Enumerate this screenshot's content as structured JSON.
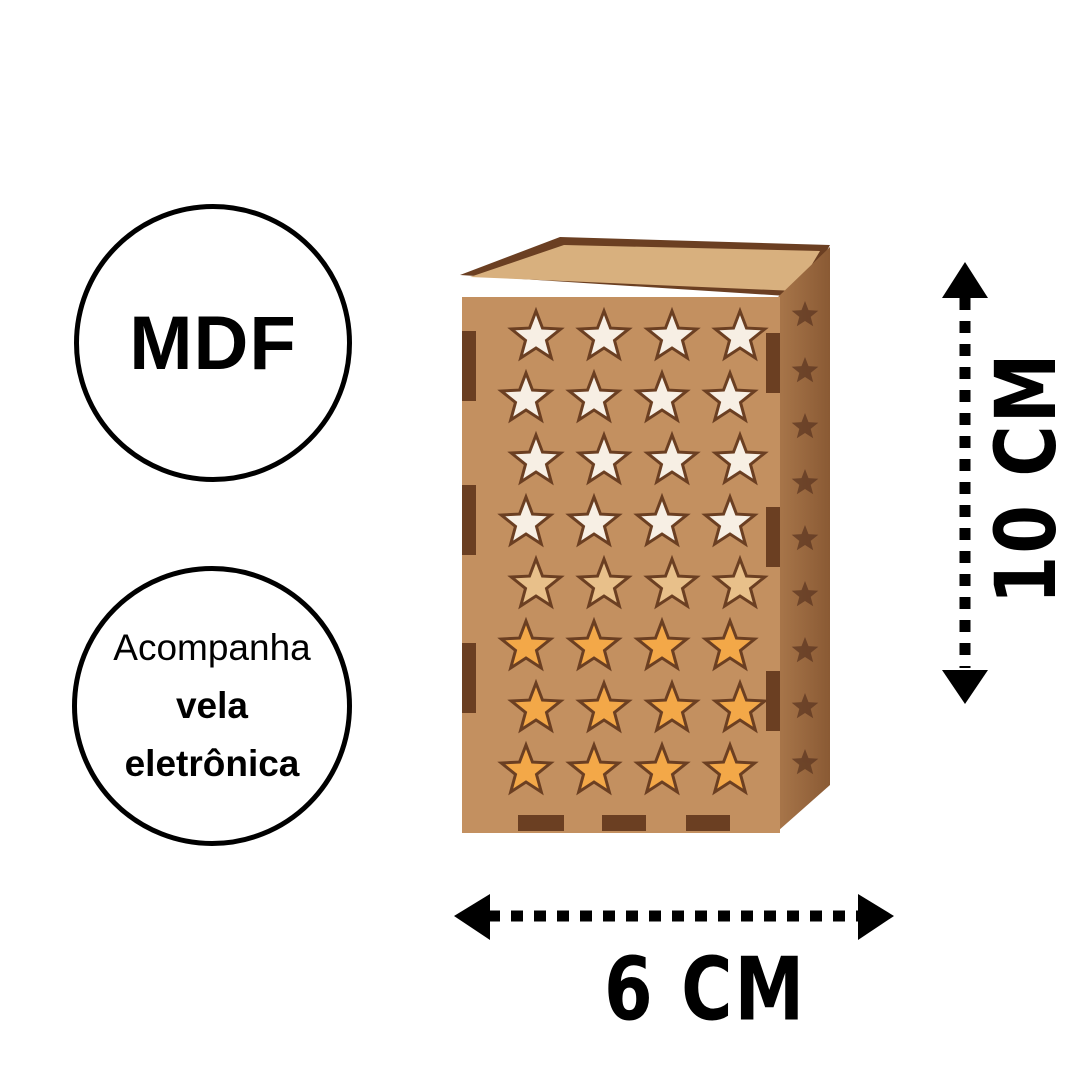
{
  "badges": {
    "material": "MDF",
    "candle_line1": "Acompanha",
    "candle_line2": "vela",
    "candle_line3": "eletrônica"
  },
  "dimensions": {
    "width": "6 CM",
    "height": "10 CM"
  },
  "colors": {
    "wood": "#c08a5a",
    "wood_dark": "#7a4a2a",
    "glow": "#f0a040",
    "ink": "#000000"
  },
  "icons": {
    "lantern": "star-cutout-mdf-lantern",
    "width_arrow": "double-arrow-horizontal-dotted",
    "height_arrow": "double-arrow-vertical-dotted"
  }
}
